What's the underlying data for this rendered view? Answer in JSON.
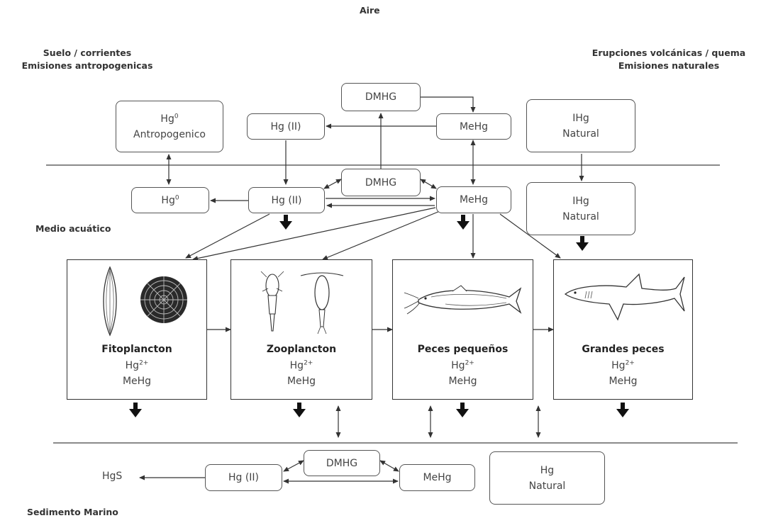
{
  "zones": {
    "air": "Aire",
    "left_header_1": "Suelo / corrientes",
    "left_header_2": "Emisiones antropogenicas",
    "right_header_1": "Erupciones volcánicas / quema",
    "right_header_2": "Emisiones naturales",
    "aquatic": "Medio acuático",
    "sediment": "Sedimento Marino"
  },
  "air_boxes": {
    "dmhg": "DMHG",
    "hg0_symbol": "Hg",
    "hg0_sup": "0",
    "hg0_sub": "Antropogenico",
    "hg2": "Hg (II)",
    "mehg": "MeHg",
    "ihg_1": "IHg",
    "ihg_2": "Natural"
  },
  "water_boxes": {
    "hg0_symbol": "Hg",
    "hg0_sup": "0",
    "hg2": "Hg (II)",
    "dmhg": "DMHG",
    "mehg": "MeHg",
    "ihg_1": "IHg",
    "ihg_2": "Natural"
  },
  "organisms": [
    {
      "title": "Fitoplancton",
      "hg": "Hg",
      "hg_sup": "2+",
      "mehg": "MeHg"
    },
    {
      "title": "Zooplancton",
      "hg": "Hg",
      "hg_sup": "2+",
      "mehg": "MeHg"
    },
    {
      "title": "Peces pequeños",
      "hg": "Hg",
      "hg_sup": "2+",
      "mehg": "MeHg"
    },
    {
      "title": "Grandes peces",
      "hg": "Hg",
      "hg_sup": "2+",
      "mehg": "MeHg"
    }
  ],
  "sediment_boxes": {
    "hgs": "HgS",
    "hg2": "Hg (II)",
    "dmhg": "DMHG",
    "mehg": "MeHg",
    "hg_1": "Hg",
    "hg_2": "Natural"
  },
  "colors": {
    "line": "#333333",
    "box_border": "#555555",
    "text": "#444444"
  }
}
